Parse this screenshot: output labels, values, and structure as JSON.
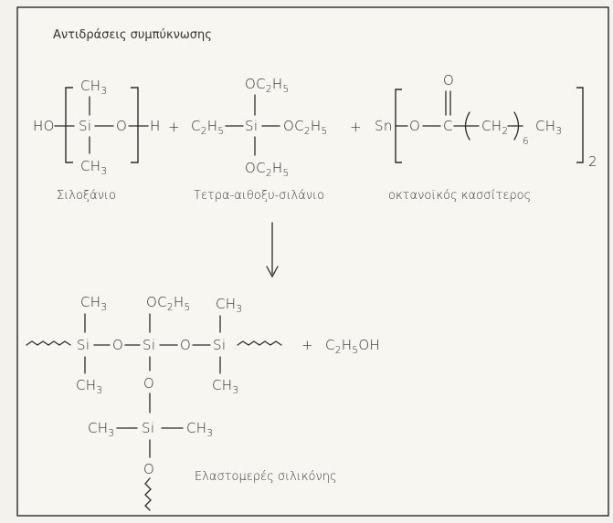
{
  "title": "Αντιδράσεις συμπύκνωσης",
  "labels": {
    "ch3": "CH",
    "c2h5": "C",
    "h5": "H",
    "oc2": "OC",
    "sub2": "2",
    "sub3": "3",
    "sub5": "5",
    "sub6": "6",
    "ho": "HO",
    "h": "H",
    "si": "Si",
    "o": "O",
    "sn": "Sn",
    "c": "C",
    "plus": "+",
    "c2h5oh_a": "C",
    "c2h5oh_b": "H",
    "c2h5oh_c": "OH"
  },
  "captions": {
    "siloxane": "Σιλοξάνιο",
    "silane": "Τετρα-αιθοξυ-σιλάνιο",
    "tin": "οκτανοϊκός κασσίτερος",
    "elastomer": "Ελαστομερές σιλικόνης"
  }
}
